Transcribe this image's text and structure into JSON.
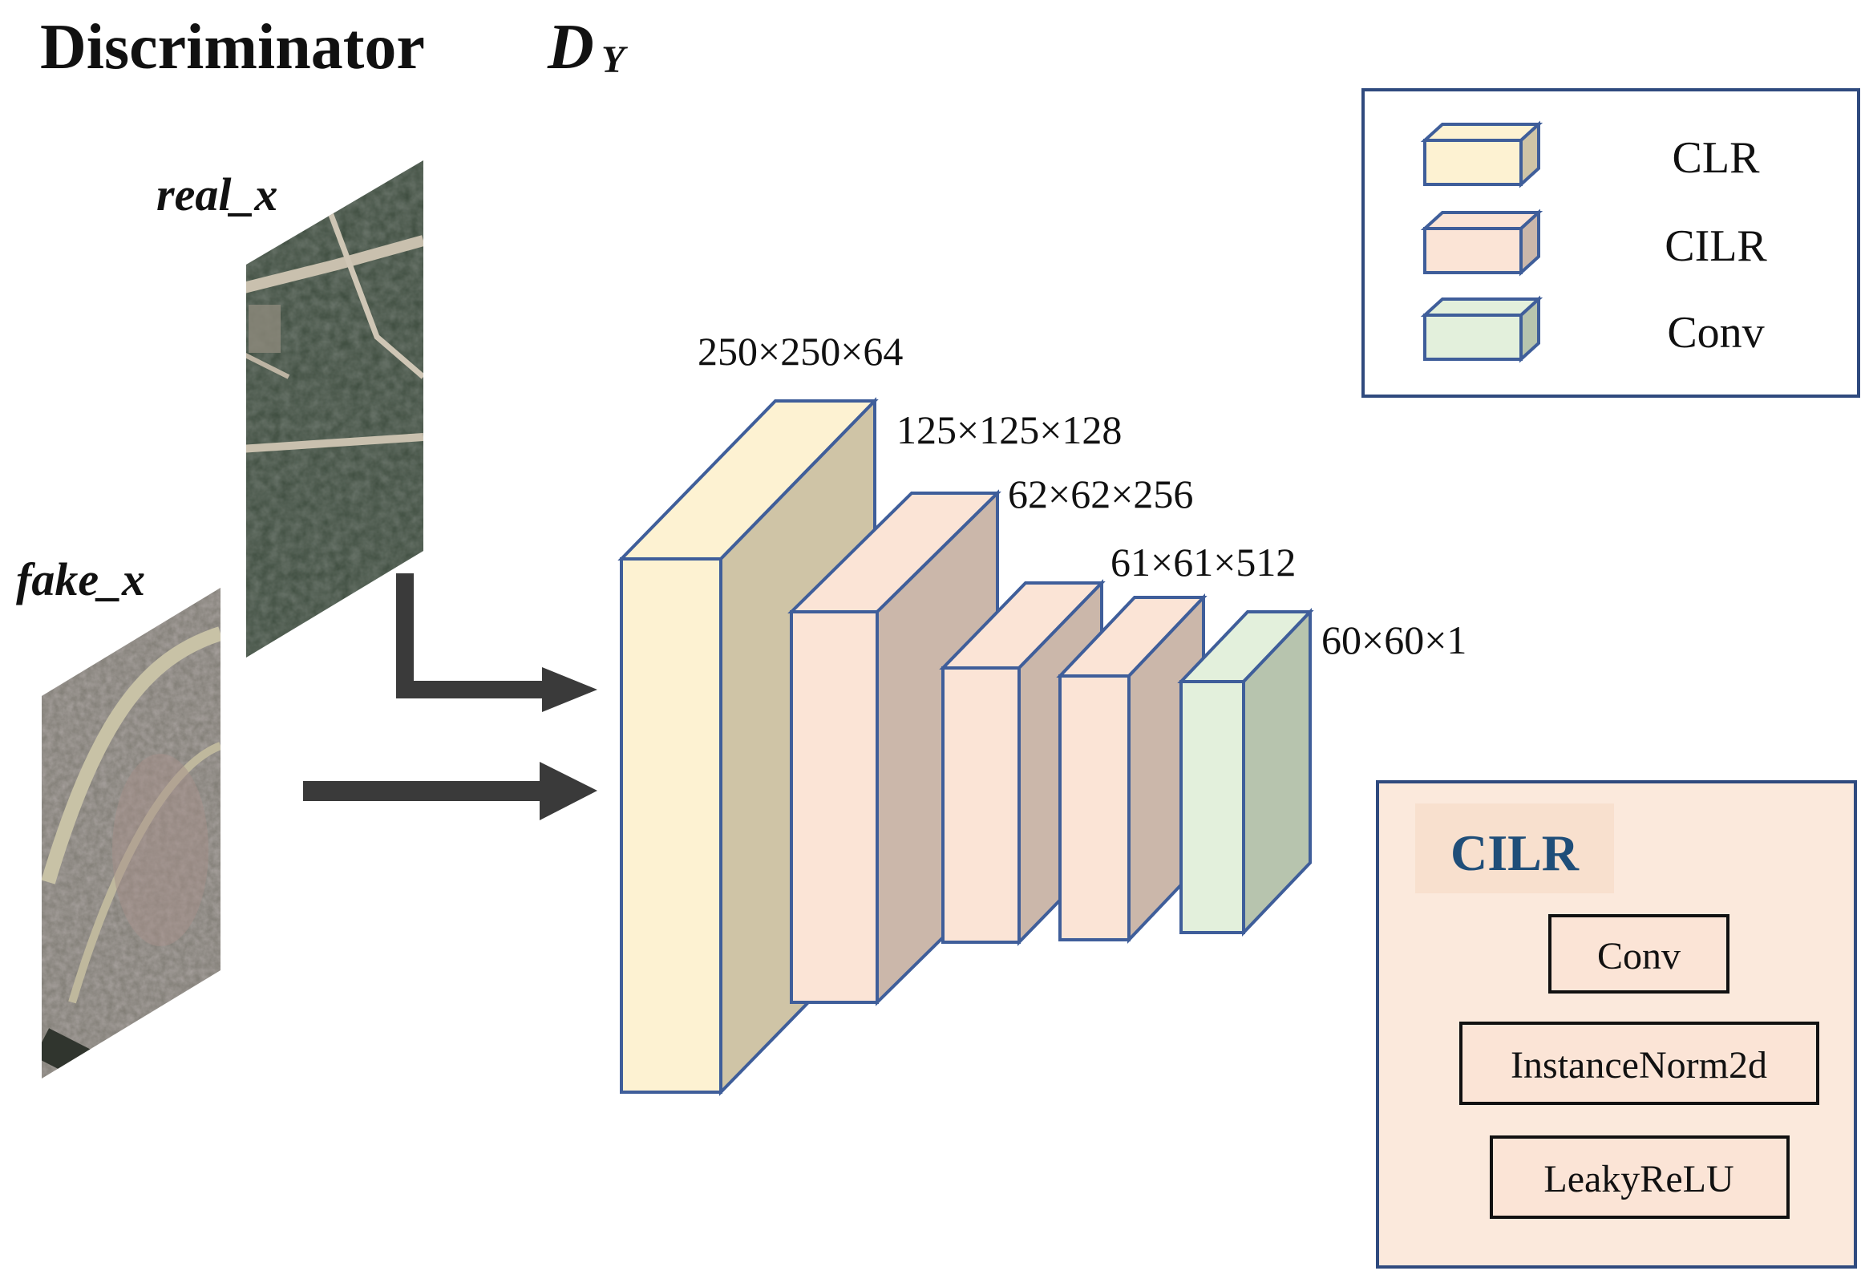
{
  "title": {
    "text": "Discriminator",
    "symbol": "D",
    "subscript": "Y"
  },
  "inputs": [
    {
      "label": "real_x",
      "image": "satellite-image-real"
    },
    {
      "label": "fake_x",
      "image": "satellite-image-fake"
    }
  ],
  "layers": [
    {
      "dims": "250×250×64",
      "type": "CLR"
    },
    {
      "dims": "125×125×128",
      "type": "CILR"
    },
    {
      "dims": "62×62×256",
      "type": "CILR"
    },
    {
      "dims": "61×61×512",
      "type": "CILR"
    },
    {
      "dims": "60×60×1",
      "type": "Conv"
    }
  ],
  "legend": {
    "items": [
      {
        "label": "CLR",
        "front": "#fdf2d2",
        "side": "#cfc4a6"
      },
      {
        "label": "CILR",
        "front": "#fbe4d6",
        "side": "#cbb7aa"
      },
      {
        "label": "Conv",
        "front": "#e3f0dc",
        "side": "#b7c4ae"
      }
    ]
  },
  "cilr_block": {
    "title": "CILR",
    "components": [
      "Conv",
      "InstanceNorm2d",
      "LeakyReLU"
    ]
  },
  "colors": {
    "block_border": "#3f5e9a",
    "arrow": "#3a3a3a",
    "panel_fill": "#fbe9dc",
    "panel_title": "#1f4e79"
  }
}
